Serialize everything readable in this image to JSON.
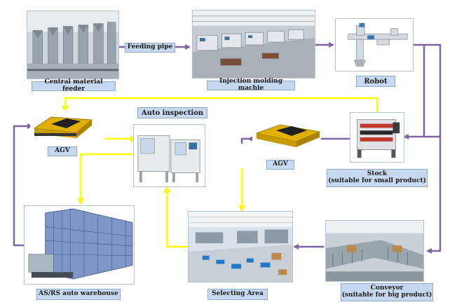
{
  "colors": {
    "flow_purple": "#8064a2",
    "flow_yellow": "#ffff00",
    "label_fill": "#c6d9f1"
  },
  "nodes": {
    "feeder": {
      "label": "Central material feeder"
    },
    "feeding_pipe": {
      "label": "Feeding pipe"
    },
    "injection": {
      "label": "Injection molding machie"
    },
    "robot": {
      "label": "Robot"
    },
    "agv_top": {
      "label": "AGV"
    },
    "auto_inspection": {
      "label": "Auto inspection"
    },
    "agv_mid": {
      "label": "AGV"
    },
    "stock": {
      "label": "Stock",
      "sublabel": "(suitable for small product)"
    },
    "asrs": {
      "label": "AS/RS auto warehouse"
    },
    "selecting": {
      "label": "Selecting Area"
    },
    "conveyor": {
      "label": "Conveyor",
      "sublabel": "(suitable for big product)"
    }
  }
}
